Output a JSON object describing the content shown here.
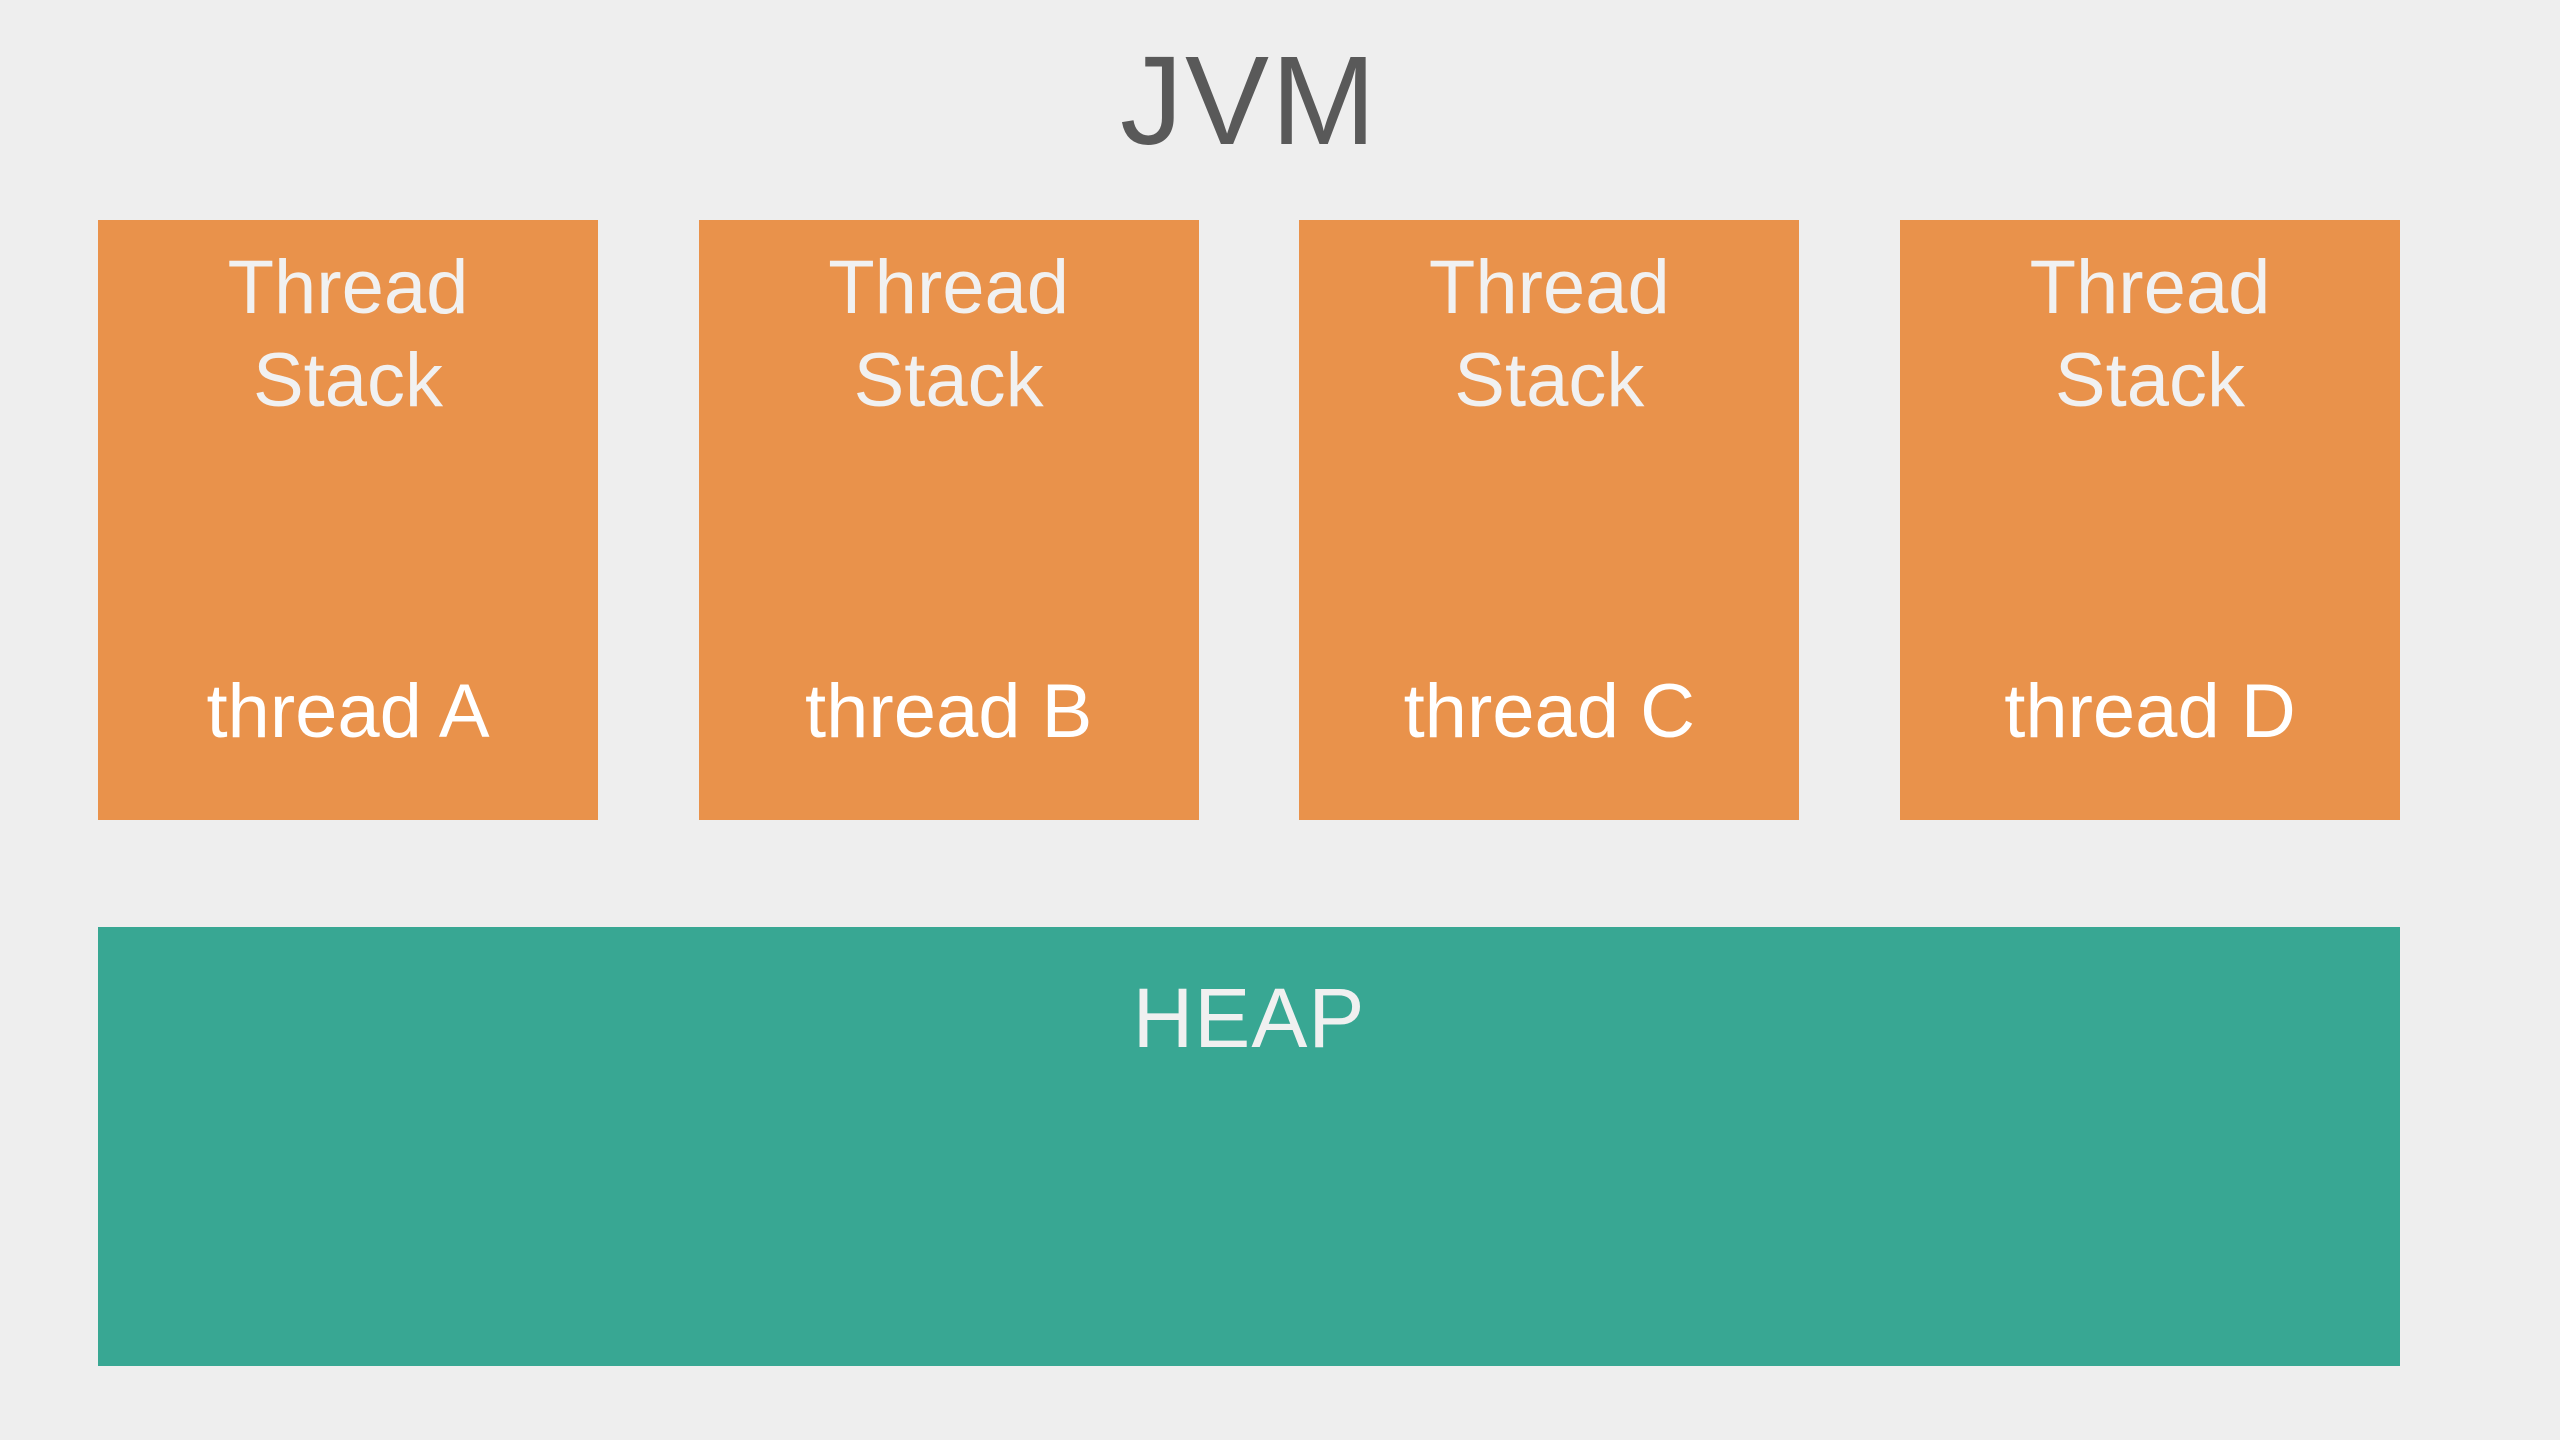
{
  "title": "JVM",
  "stacks": [
    {
      "title": "Thread Stack",
      "thread": "thread A"
    },
    {
      "title": "Thread Stack",
      "thread": "thread B"
    },
    {
      "title": "Thread Stack",
      "thread": "thread C"
    },
    {
      "title": "Thread Stack",
      "thread": "thread D"
    }
  ],
  "heap": {
    "label": "HEAP"
  },
  "colors": {
    "background": "#EEEEEE",
    "stack_fill": "#E9924B",
    "heap_fill": "#38A793",
    "title_text": "#595959",
    "stack_title_text": "#F1F1F1",
    "thread_label_text": "#FFFFFF",
    "heap_label_text": "#F0F0F0"
  }
}
